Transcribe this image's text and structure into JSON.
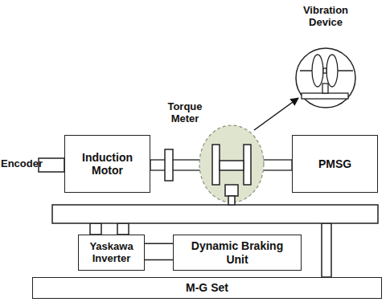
{
  "diagram": {
    "nodes": [
      {
        "text": [
          "Vibration Device"
        ]
      },
      {
        "text": [
          "Induction Motor"
        ]
      },
      {
        "text": [
          "PMSG"
        ]
      },
      {
        "text": [
          "Yaskawa Inverter"
        ]
      },
      {
        "text": [
          "Dynamic Braking Unit"
        ]
      },
      {
        "text": [
          "M-G Set"
        ]
      }
    ],
    "edges": [
      {
        "from": 3,
        "to": 4,
        "arrow": "none"
      },
      {
        "from": 3,
        "to": 4,
        "arrow": "none"
      }
    ],
    "labels": [
      "Encoder",
      "Torque Meter"
    ]
  }
}
